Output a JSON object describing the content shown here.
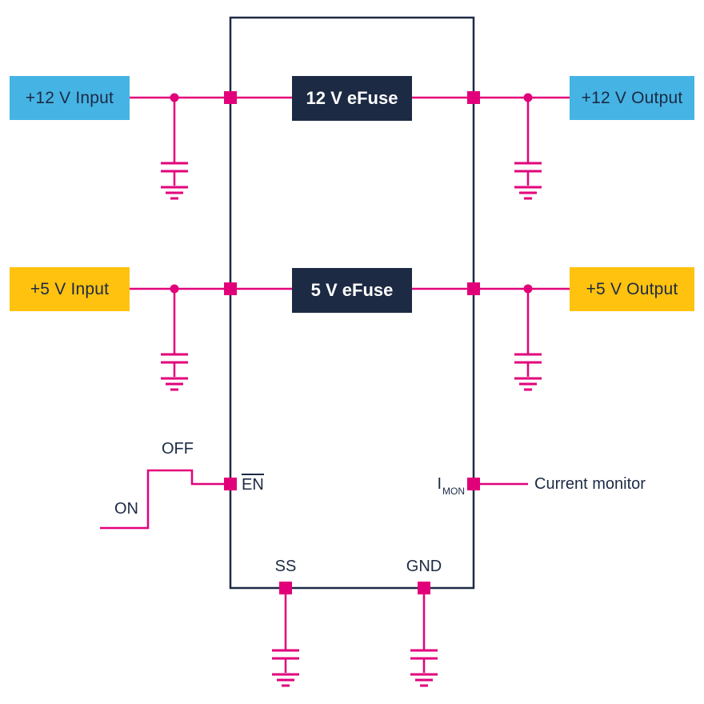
{
  "colors": {
    "wire": "#E2007A",
    "navy": "#1C2A44",
    "blue": "#45B4E4",
    "yellow": "#FFC20E",
    "efuse_text": "#FFFFFF"
  },
  "boxes": {
    "input_12v": {
      "label": "+12 V Input"
    },
    "output_12v": {
      "label": "+12 V Output"
    },
    "input_5v": {
      "label": "+5 V Input"
    },
    "output_5v": {
      "label": "+5 V Output"
    },
    "efuse_12v": {
      "label": "12 V eFuse"
    },
    "efuse_5v": {
      "label": "5 V eFuse"
    }
  },
  "pins": {
    "en": {
      "label": "EN"
    },
    "imon": {
      "label": "I",
      "subscript": "MON"
    },
    "ss": {
      "label": "SS"
    },
    "gnd": {
      "label": "GND"
    }
  },
  "annotations": {
    "off": "OFF",
    "on": "ON",
    "current_monitor": "Current monitor"
  }
}
